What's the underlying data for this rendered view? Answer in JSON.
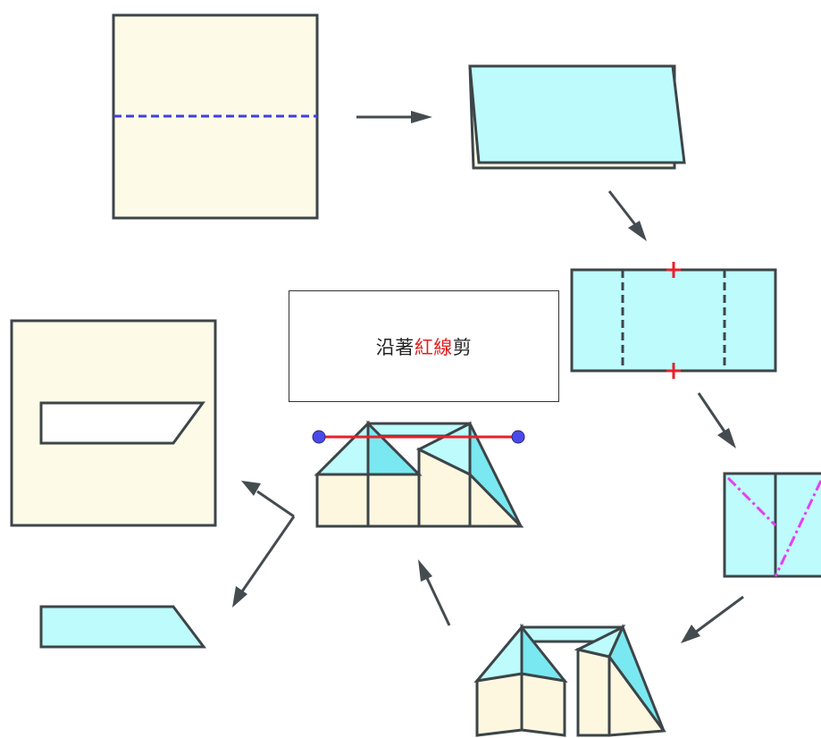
{
  "instruction": {
    "prefix": "沿著",
    "highlight": "紅線",
    "suffix": "剪"
  },
  "colors": {
    "paper_cream": "#fdfbe8",
    "paper_cyan": "#bdfbfd",
    "cut_shadow_cyan": "#7ae8f0",
    "outline": "#3d4548",
    "fold_line_blue": "#3f3fe8",
    "cut_mark_red": "#e8202a",
    "cut_line_magenta": "#e83df0",
    "slider_point": "#4a4ae8",
    "arrow": "#444c50"
  }
}
